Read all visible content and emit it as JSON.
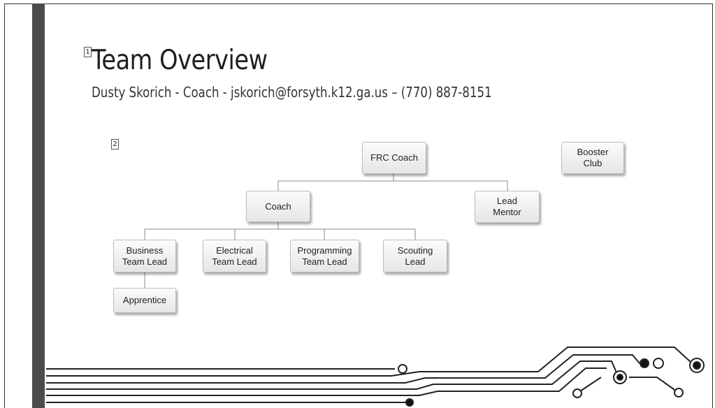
{
  "slide": {
    "title": "Team Overview",
    "subtitle": {
      "name": "Dusty Skorich",
      "sep1": " - ",
      "role": "Coach",
      "sep2": " - ",
      "email": "jskorich@forsyth.k12.ga.us",
      "sep3": "  –  ",
      "phone": "(770) 887-8151"
    },
    "markers": [
      "1",
      "2"
    ]
  },
  "org_chart": {
    "frc_coach": "FRC Coach",
    "booster_club": "Booster\nClub",
    "coach": "Coach",
    "lead_mentor": "Lead\nMentor",
    "business_lead": "Business\nTeam Lead",
    "electrical_lead": "Electrical\nTeam Lead",
    "programming_lead": "Programming\nTeam Lead",
    "scouting_lead": "Scouting\nLead",
    "apprentice": "Apprentice"
  },
  "colors": {
    "left_bar": "#4b4b4b",
    "circuit": "#222222"
  }
}
